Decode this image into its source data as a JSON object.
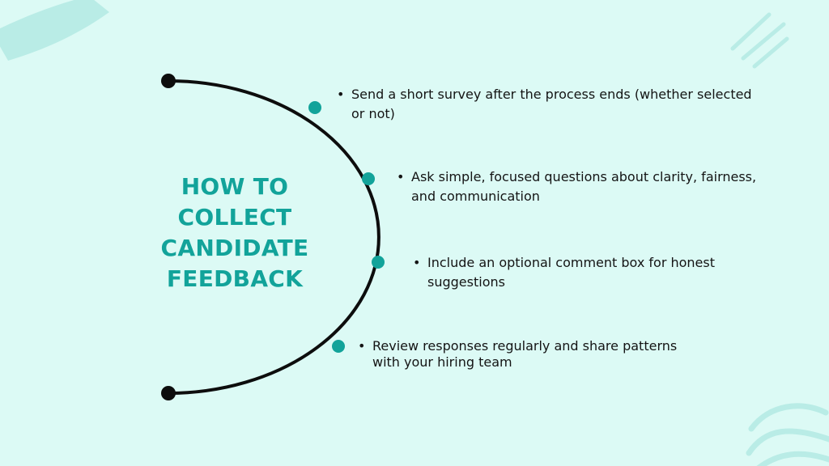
{
  "colors": {
    "background": "#dcfaf5",
    "accent": "#12a39a",
    "arc": "#0d0d0d",
    "text": "#141414",
    "decor": "#b9ece6"
  },
  "title": {
    "lines": [
      "HOW TO",
      "COLLECT",
      "CANDIDATE",
      "FEEDBACK"
    ]
  },
  "points": [
    "Send a short survey after the process ends (whether selected or not)",
    "Ask simple, focused questions about clarity, fairness, and communication",
    "Include an optional comment box for honest suggestions",
    "Review responses regularly and share patterns with your hiring team"
  ],
  "bullet_glyph": "•"
}
